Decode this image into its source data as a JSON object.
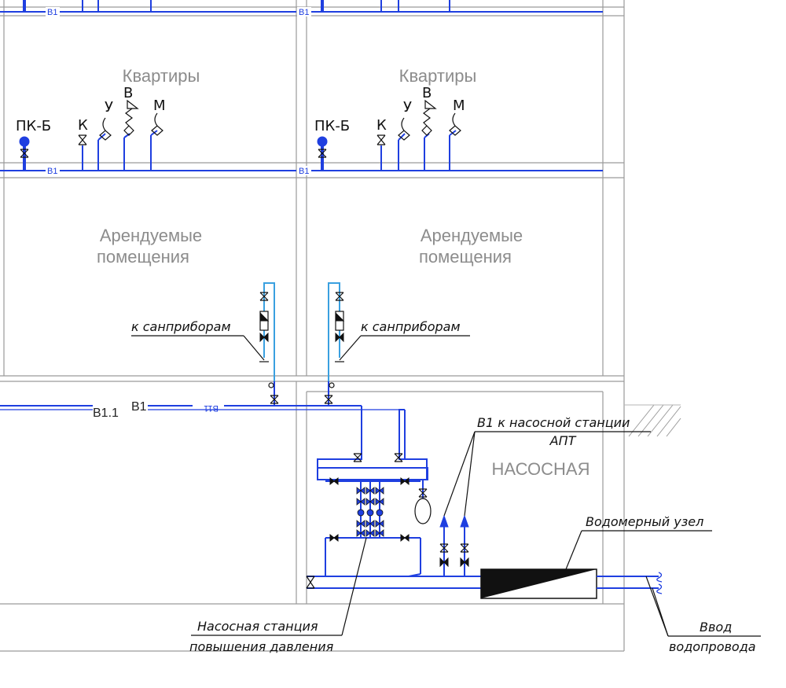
{
  "rooms": {
    "apartments_left": "Квартиры",
    "apartments_right": "Квартиры",
    "rented_left_line1": "Арендуемые",
    "rented_left_line2": "помещения",
    "rented_right_line1": "Арендуемые",
    "rented_right_line2": "помещения",
    "pump_room": "НАСОСНАЯ"
  },
  "devices": {
    "fire_hydrant": "ПК-Б",
    "k": "К",
    "u": "У",
    "v": "В",
    "m": "М"
  },
  "pipe_tags": {
    "v1": "В1",
    "v1_1": "В1.1",
    "v11": "В11"
  },
  "notes": {
    "to_fixtures": "к санприборам",
    "to_fire_station_line1": "В1 к насосной станции",
    "to_fire_station_line2": "АПТ",
    "water_meter": "Водомерный узел",
    "pump_station_line1": "Насосная станция",
    "pump_station_line2": "повышения давления",
    "inlet_line1": "Ввод",
    "inlet_line2": "водопровода"
  },
  "colors": {
    "pipe": "#1f3fe0",
    "wall": "#9a9a9a",
    "label_gray": "#8c8c8c"
  }
}
